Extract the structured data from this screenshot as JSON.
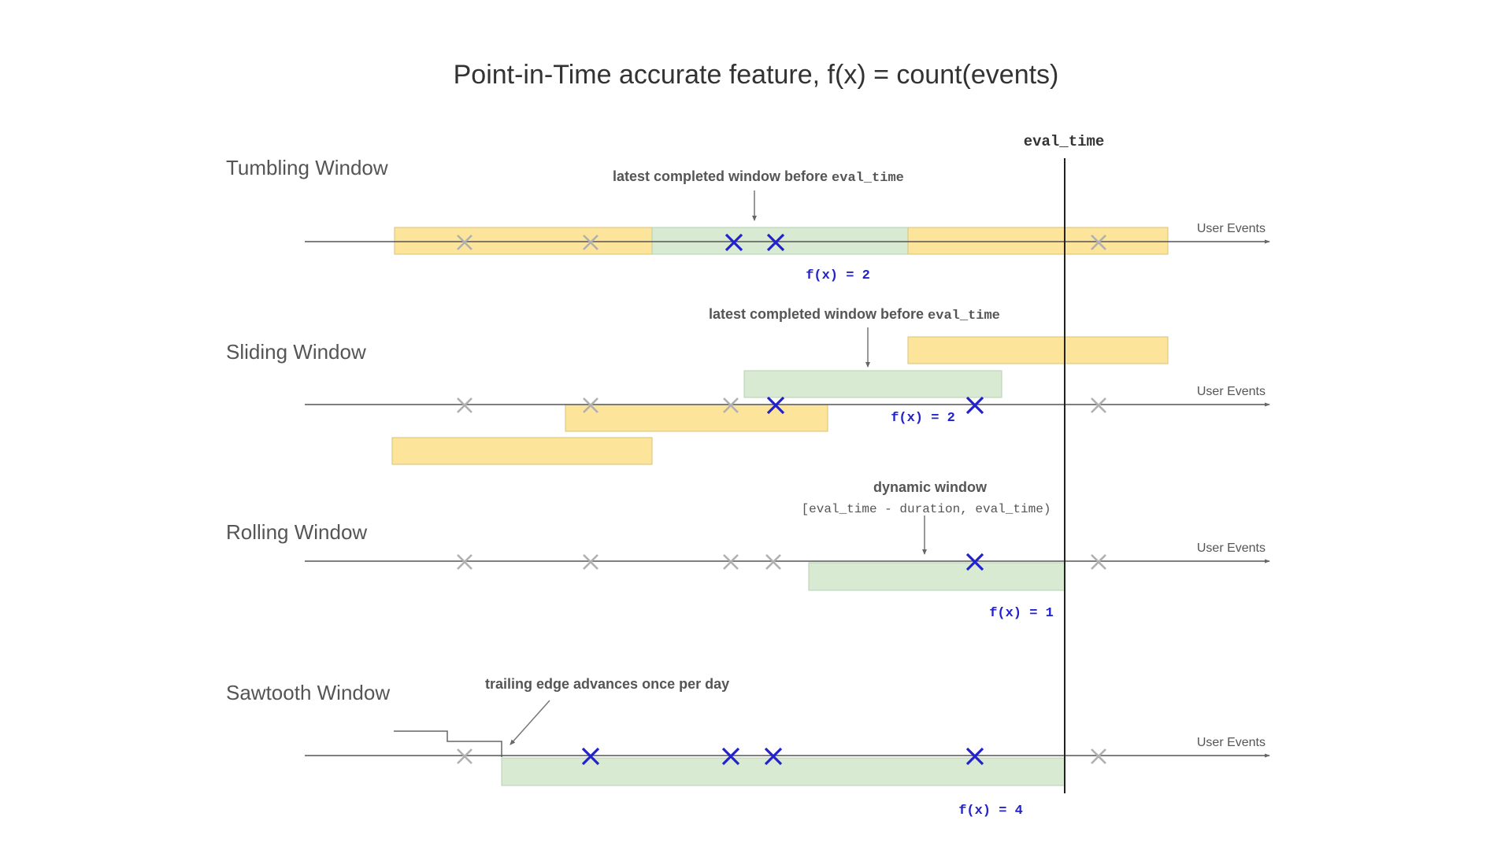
{
  "title": "Point-in-Time accurate feature, f(x) = count(events)",
  "eval_label": "eval_time",
  "axis_label": "User Events",
  "colors": {
    "tumbling_window": "#fde49b",
    "selected_window": "#d9ead3",
    "counted_event": "#2222cc",
    "ignored_event": "#b0b0b0"
  },
  "rows": {
    "tumbling": {
      "label": "Tumbling Window",
      "annotation_text": "latest completed window before ",
      "annotation_code": "eval_time",
      "result": "f(x) = 2"
    },
    "sliding": {
      "label": "Sliding Window",
      "annotation_text": "latest completed window before ",
      "annotation_code": "eval_time",
      "result": "f(x) = 2"
    },
    "rolling": {
      "label": "Rolling Window",
      "annotation_line1": "dynamic window",
      "annotation_line2": "[eval_time - duration, eval_time)",
      "result": "f(x) = 1"
    },
    "sawtooth": {
      "label": "Sawtooth Window",
      "annotation_text": "trailing edge advances once per day",
      "result": "f(x) = 4"
    }
  },
  "events": {
    "tumbling": [
      "ignored",
      "ignored",
      "counted",
      "counted",
      "ignored"
    ],
    "sliding": [
      "ignored",
      "ignored",
      "ignored",
      "counted",
      "counted",
      "ignored"
    ],
    "rolling": [
      "ignored",
      "ignored",
      "ignored",
      "ignored",
      "counted",
      "ignored"
    ],
    "sawtooth": [
      "ignored",
      "counted",
      "counted",
      "counted",
      "counted",
      "ignored"
    ]
  }
}
